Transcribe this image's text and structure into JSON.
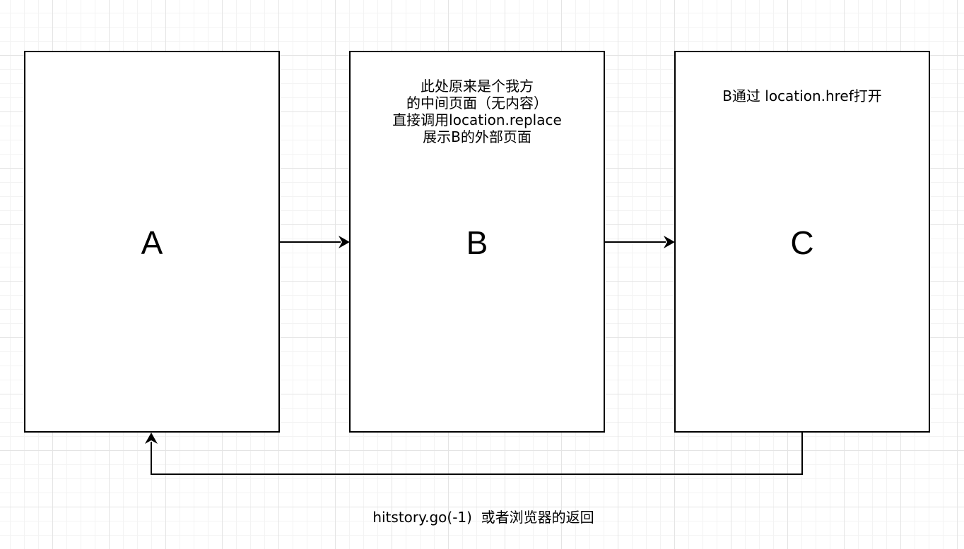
{
  "diagram": {
    "nodes": [
      {
        "id": "a",
        "label": "A",
        "note": ""
      },
      {
        "id": "b",
        "label": "B",
        "note": "此处原来是个我方\n的中间页面（无内容）\n直接调用location.replace\n展示B的外部页面"
      },
      {
        "id": "c",
        "label": "C",
        "note": "B通过 location.href打开"
      }
    ],
    "edges": [
      {
        "from": "A",
        "to": "B",
        "label": ""
      },
      {
        "from": "B",
        "to": "C",
        "label": ""
      },
      {
        "from": "C",
        "to": "A",
        "label": "hitstory.go(-1)  或者浏览器的返回"
      }
    ]
  },
  "colors": {
    "stroke": "#000000",
    "box_fill": "#ffffff",
    "grid": "#e4e4e4"
  }
}
